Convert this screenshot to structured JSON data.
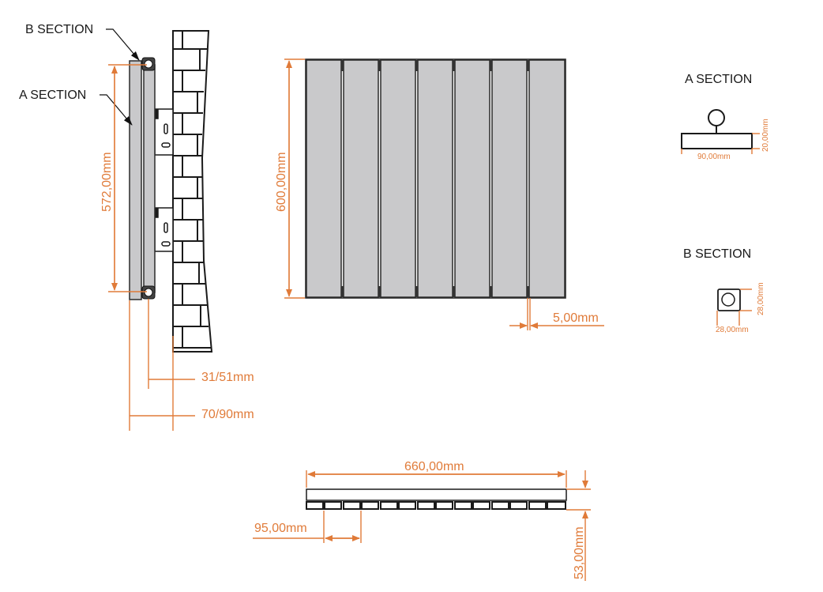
{
  "drawing": {
    "type": "technical-drawing",
    "subject": "vertical panel radiator",
    "colors": {
      "line": "#1a1a1a",
      "panel": "#c9c9cb",
      "dimension": "#e07b39",
      "background": "#ffffff"
    }
  },
  "side_view": {
    "labels": {
      "b_section": "B SECTION",
      "a_section": "A SECTION"
    },
    "dimensions": {
      "height": "572,00mm",
      "pipe_offset": "31/51mm",
      "total_depth": "70/90mm"
    }
  },
  "front_view": {
    "panel_count": 7,
    "dimensions": {
      "height": "600,00mm",
      "gap": "5,00mm"
    }
  },
  "a_section": {
    "title": "A SECTION",
    "dimensions": {
      "width": "90,00mm",
      "height": "20,00mm"
    }
  },
  "b_section": {
    "title": "B SECTION",
    "dimensions": {
      "width": "28,00mm",
      "height": "28,00mm"
    }
  },
  "top_view": {
    "dimensions": {
      "width": "660,00mm",
      "pitch": "95,00mm",
      "depth": "53,00mm"
    }
  }
}
